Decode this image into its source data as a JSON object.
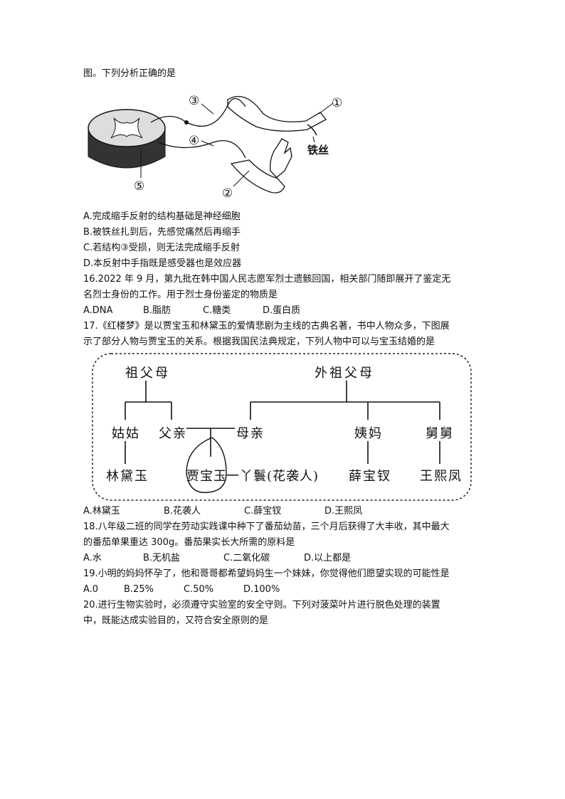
{
  "q15": {
    "stem_tail": "图。下列分析正确的是",
    "fig_labels": {
      "n1": "①",
      "n2": "②",
      "n3": "③",
      "n4": "④",
      "n5": "⑤",
      "wire": "铁丝"
    },
    "options": [
      "A.完成缩手反射的结构基础是神经细胞",
      "B.被铁丝扎到后，先感觉痛然后再缩手",
      "C.若结构③受损，则无法完成缩手反射",
      "D.本反射中手指既是感受器也是效应器"
    ]
  },
  "q16": {
    "line1": "16.2022 年 9 月，第九批在韩中国人民志愿军烈士遗骸回国，相关部门随即展开了鉴定无",
    "line2": "名烈士身份的工作。用于烈士身份鉴定的物质是",
    "options": [
      "A.DNA",
      "B.脂肪",
      "C.糖类",
      "D.蛋白质"
    ]
  },
  "q17": {
    "line1": "17.《红楼梦》是以贾宝玉和林黛玉的爱情悲剧为主线的古典名著，书中人物众多，下图展",
    "line2": "示了部分人物与贾宝玉的关系。根据我国民法典规定，下列人物中可以与宝玉结婚的是",
    "tree": {
      "grandparents": "祖父母",
      "maternal_grandparents": "外祖父母",
      "aunt": "姑姑",
      "father": "父亲",
      "mother": "母亲",
      "maternal_aunt": "姨妈",
      "uncle": "舅舅",
      "lin": "林黛玉",
      "jia": "贾宝玉",
      "maid": "一丫鬟(花袭人)",
      "xue": "薛宝钗",
      "wang": "王熙凤"
    },
    "options": [
      "A.林黛玉",
      "B.花袭人",
      "C.薛宝钗",
      "D.王熙凤"
    ]
  },
  "q18": {
    "line1": "18.八年级二班的同学在劳动实践课中种下了番茄幼苗，三个月后获得了大丰收，其中最大",
    "line2": "的番茄单果重达 300g。番茄果实长大所需的原料是",
    "options": [
      "A.水",
      "B.无机盐",
      "C.二氧化碳",
      "D.以上都是"
    ]
  },
  "q19": {
    "line1": "19.小明的妈妈怀孕了，他和哥哥都希望妈妈生一个妹妹，你觉得他们愿望实现的可能性是",
    "options": [
      "A.0",
      "B.25%",
      "C.50%",
      "D.100%"
    ]
  },
  "q20": {
    "line1": "20.进行生物实验时，必须遵守实验室的安全守则。下列对菠菜叶片进行脱色处理的装置",
    "line2": "中，既能达成实验目的，又符合安全原则的是"
  }
}
